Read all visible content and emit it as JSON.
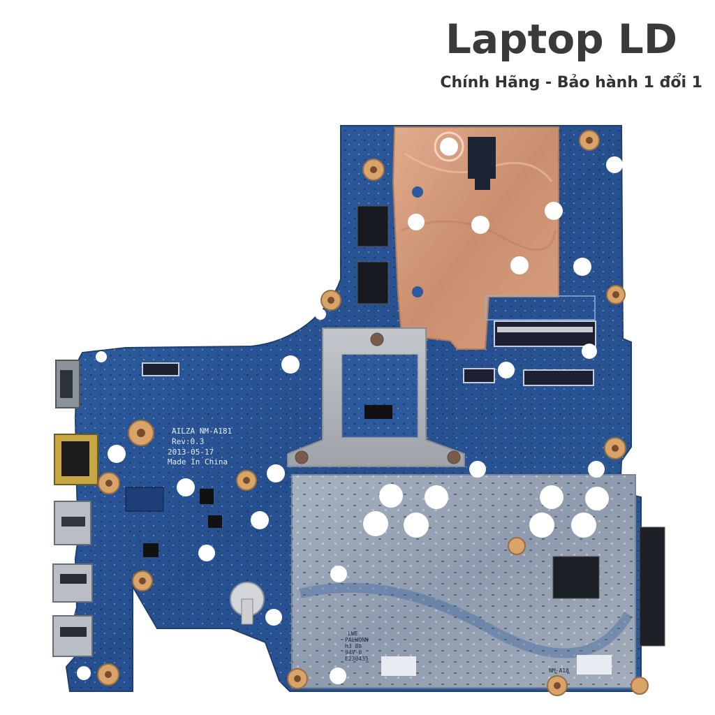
{
  "brand": {
    "name": "Laptop LD",
    "tagline": "Chính Hãng - Bảo hành 1 đổi 1"
  },
  "board_labels": {
    "model": "AILZA NM-A181",
    "revision": "Rev:0.3",
    "date": "2013-05-17",
    "origin": "Made In China",
    "shield_mark": "NM-A18",
    "vendor_line1": "PALWONN",
    "vendor_line2": "H3 88",
    "vendor_line3": "94V-0",
    "vendor_line4": "E230435",
    "badge": "LWE"
  },
  "colors": {
    "pcb_blue": "#2c5a9c",
    "copper": "#d49a7a",
    "shield": "#9aa7b8",
    "pad_gold": "#d9a46a"
  }
}
